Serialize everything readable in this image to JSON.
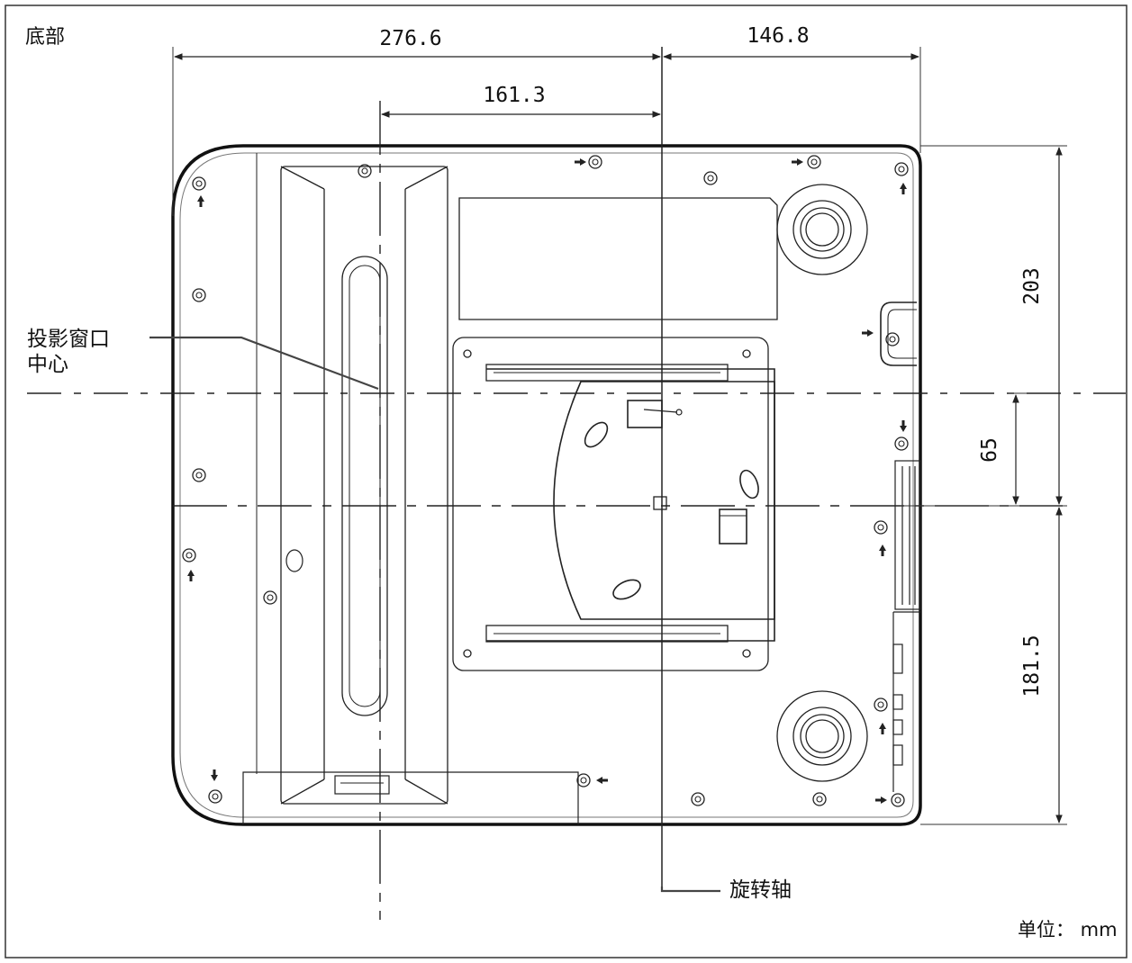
{
  "title": "底部",
  "dimensions": {
    "total_width": "276.6",
    "right_width": "146.8",
    "lens_offset": "161.3",
    "top_depth": "203",
    "lens_to_axis": "65",
    "bottom_depth": "181.5"
  },
  "callouts": {
    "lens_center_line1": "投影窗口",
    "lens_center_line2": "中心",
    "rotation_axis": "旋转轴"
  },
  "unit_label": "单位： mm"
}
